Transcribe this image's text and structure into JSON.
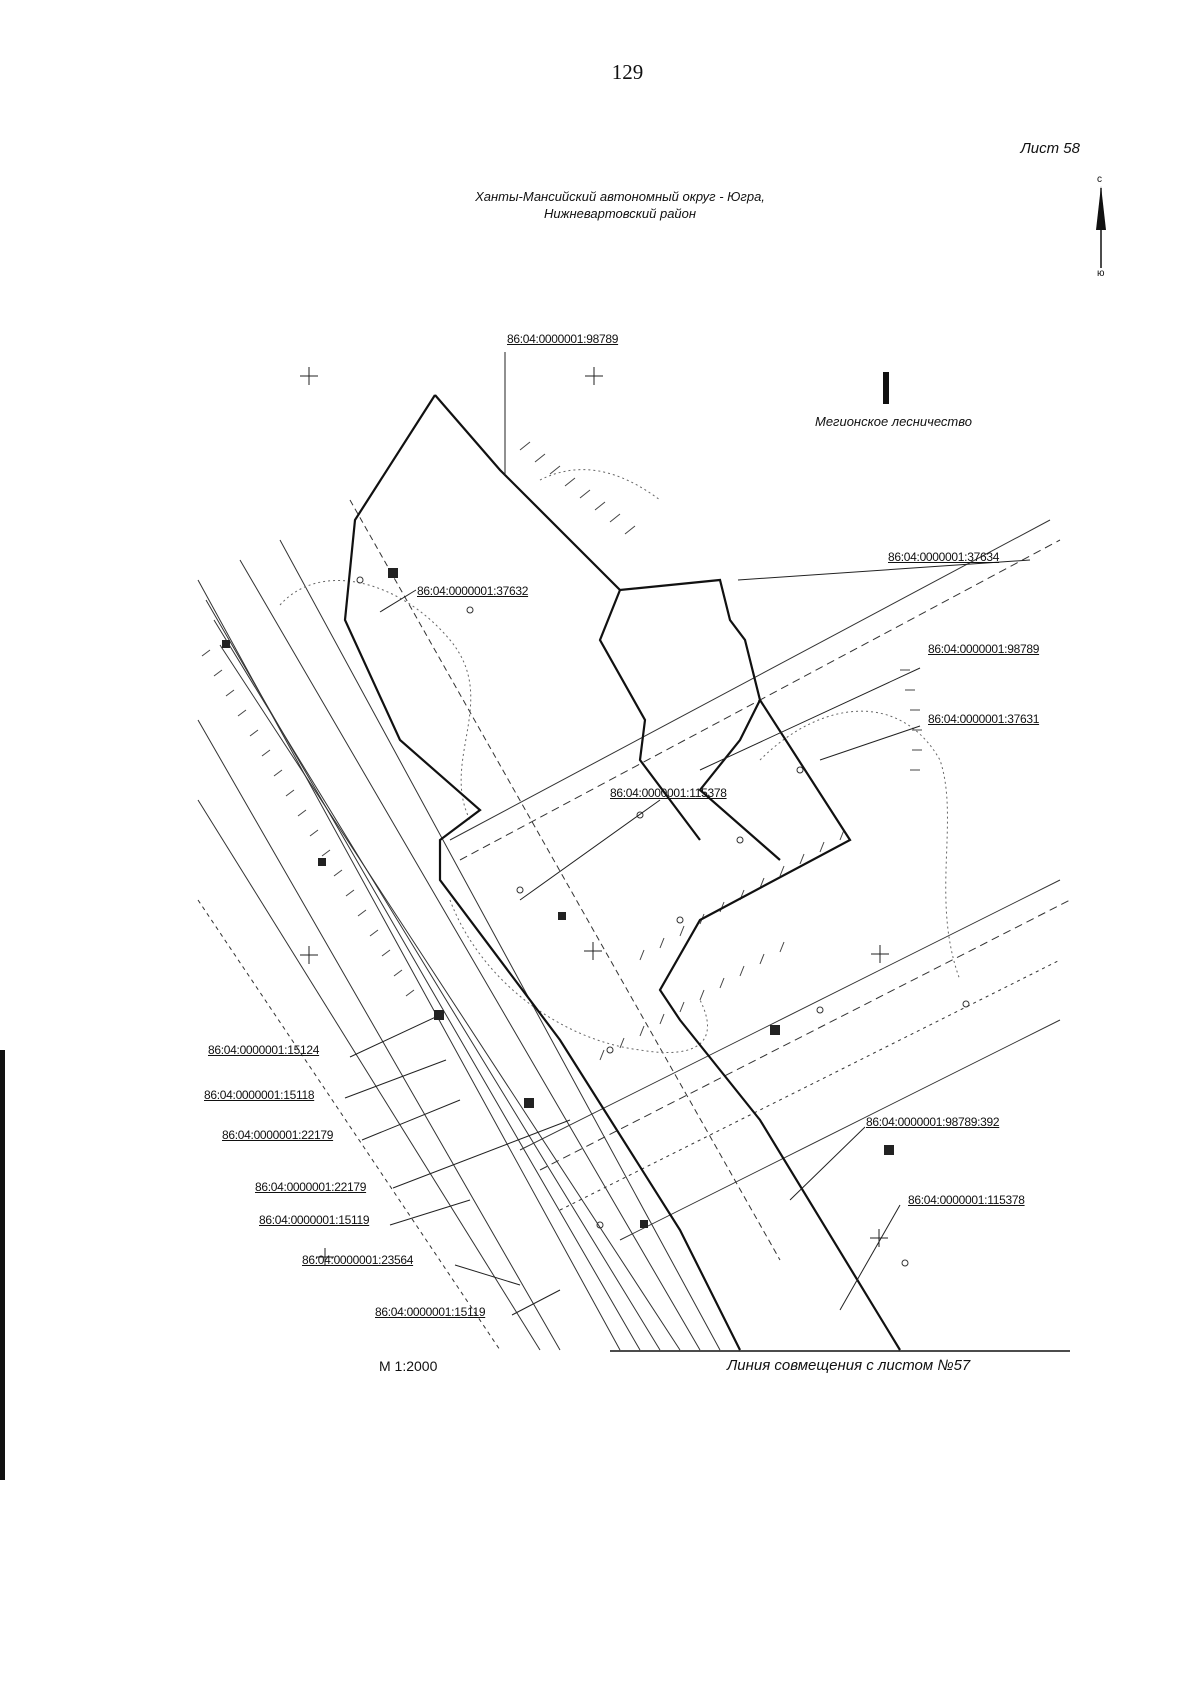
{
  "page_number": "129",
  "sheet": "Лист 58",
  "header": {
    "line1": "Ханты-Мансийский автономный округ - Югра,",
    "line2": "Нижневартовский район"
  },
  "north_arrow": {
    "top": "с",
    "bottom": "ю"
  },
  "forestry": "Мегионское лесничество",
  "parcels": [
    "86:04:0000001:98789",
    "86:04:0000001:37634",
    "86:04:0000001:37632",
    "86:04:0000001:98789",
    "86:04:0000001:37631",
    "86:04:0000001:115378",
    "86:04:0000001:15124",
    "86:04:0000001:15118",
    "86:04:0000001:22179",
    "86:04:0000001:98789:392",
    "86:04:0000001:22179",
    "86:04:0000001:115378",
    "86:04:0000001:15119",
    "86:04:0000001:23564",
    "86:04:0000001:15119"
  ],
  "scale": "М 1:2000",
  "match_line": "Линия совмещения с листом №57"
}
